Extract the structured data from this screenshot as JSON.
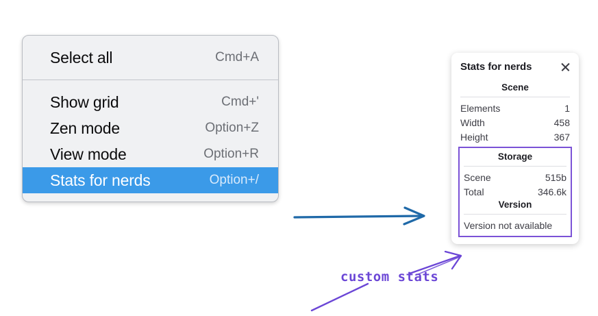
{
  "context_menu": {
    "groups": [
      {
        "items": [
          {
            "label": "Select all",
            "shortcut": "Cmd+A",
            "highlighted": false
          }
        ]
      },
      {
        "items": [
          {
            "label": "Show grid",
            "shortcut": "Cmd+'",
            "highlighted": false
          },
          {
            "label": "Zen mode",
            "shortcut": "Option+Z",
            "highlighted": false
          },
          {
            "label": "View mode",
            "shortcut": "Option+R",
            "highlighted": false
          },
          {
            "label": "Stats for nerds",
            "shortcut": "Option+/",
            "highlighted": true
          }
        ]
      }
    ],
    "highlight_color": "#3b9ae8"
  },
  "stats_panel": {
    "title": "Stats for nerds",
    "close_icon": "close-icon",
    "scene": {
      "heading": "Scene",
      "rows": [
        {
          "key": "Elements",
          "value": "1"
        },
        {
          "key": "Width",
          "value": "458"
        },
        {
          "key": "Height",
          "value": "367"
        }
      ]
    },
    "storage": {
      "heading": "Storage",
      "rows": [
        {
          "key": "Scene",
          "value": "515b"
        },
        {
          "key": "Total",
          "value": "346.6k"
        }
      ]
    },
    "version": {
      "heading": "Version",
      "note": "Version not available"
    },
    "custom_outline_color": "#7b52d6"
  },
  "annotations": {
    "handwritten_label": "custom stats",
    "blue_arrow_color": "#1f69a8",
    "purple_color": "#6b46d6"
  }
}
